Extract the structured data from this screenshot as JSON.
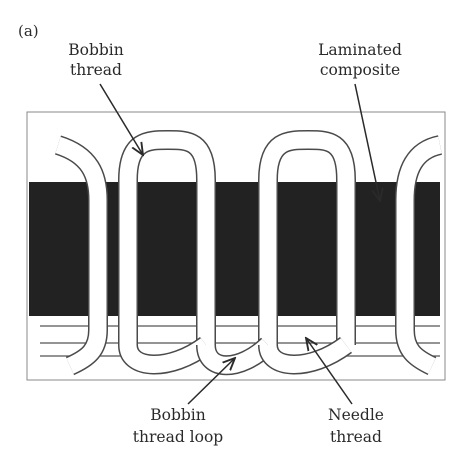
{
  "figure": {
    "panel_label": "(a)",
    "labels": {
      "bobbin_thread": [
        "Bobbin",
        "thread"
      ],
      "laminated_composite": [
        "Laminated",
        "composite"
      ],
      "bobbin_thread_loop": [
        "Bobbin",
        "thread loop"
      ],
      "needle_thread": [
        "Needle",
        "thread"
      ]
    },
    "colors": {
      "composite": "#222222",
      "thread_outline": "#4a4a4a",
      "thread_fill": "#ffffff",
      "background": "#ffffff"
    }
  }
}
